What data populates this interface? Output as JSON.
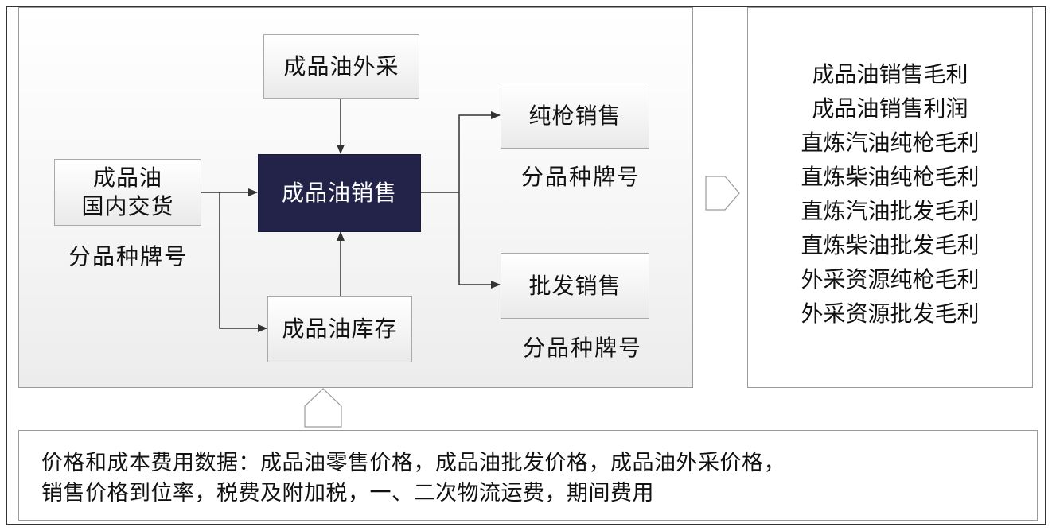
{
  "nodes": {
    "outsourcing": "成品油外采",
    "domestic_delivery": "成品油\n国内交货",
    "sales": "成品油销售",
    "inventory": "成品油库存",
    "pure_gun_sales": "纯枪销售",
    "wholesale_sales": "批发销售"
  },
  "captions": {
    "domestic_delivery": "分品种牌号",
    "pure_gun_sales": "分品种牌号",
    "wholesale_sales": "分品种牌号"
  },
  "metrics": [
    "成品油销售毛利",
    "成品油销售利润",
    "直炼汽油纯枪毛利",
    "直炼柴油纯枪毛利",
    "直炼汽油批发毛利",
    "直炼柴油批发毛利",
    "外采资源纯枪毛利",
    "外采资源批发毛利"
  ],
  "bottom": {
    "line1": "价格和成本费用数据：成品油零售价格，成品油批发价格，成品油外采价格，",
    "line2": "销售价格到位率，税费及附加税，一、二次物流运费，期间费用"
  },
  "colors": {
    "central_node": "#23234a",
    "arrow": "#333333",
    "border": "#9a9a9a"
  }
}
